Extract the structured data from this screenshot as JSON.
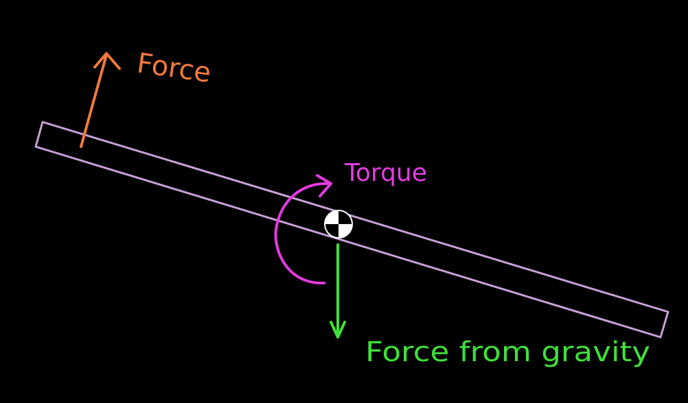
{
  "labels": {
    "force": "Force",
    "torque": "Torque",
    "gravity": "Force from gravity"
  },
  "colors": {
    "background": "#000000",
    "beam": "#c9a0d8",
    "force": "#f07a3c",
    "torque": "#e43ce0",
    "gravity": "#3fe03a",
    "center_of_mass": "#ffffff"
  },
  "icons": {
    "center_of_mass": "center-of-mass-icon"
  }
}
